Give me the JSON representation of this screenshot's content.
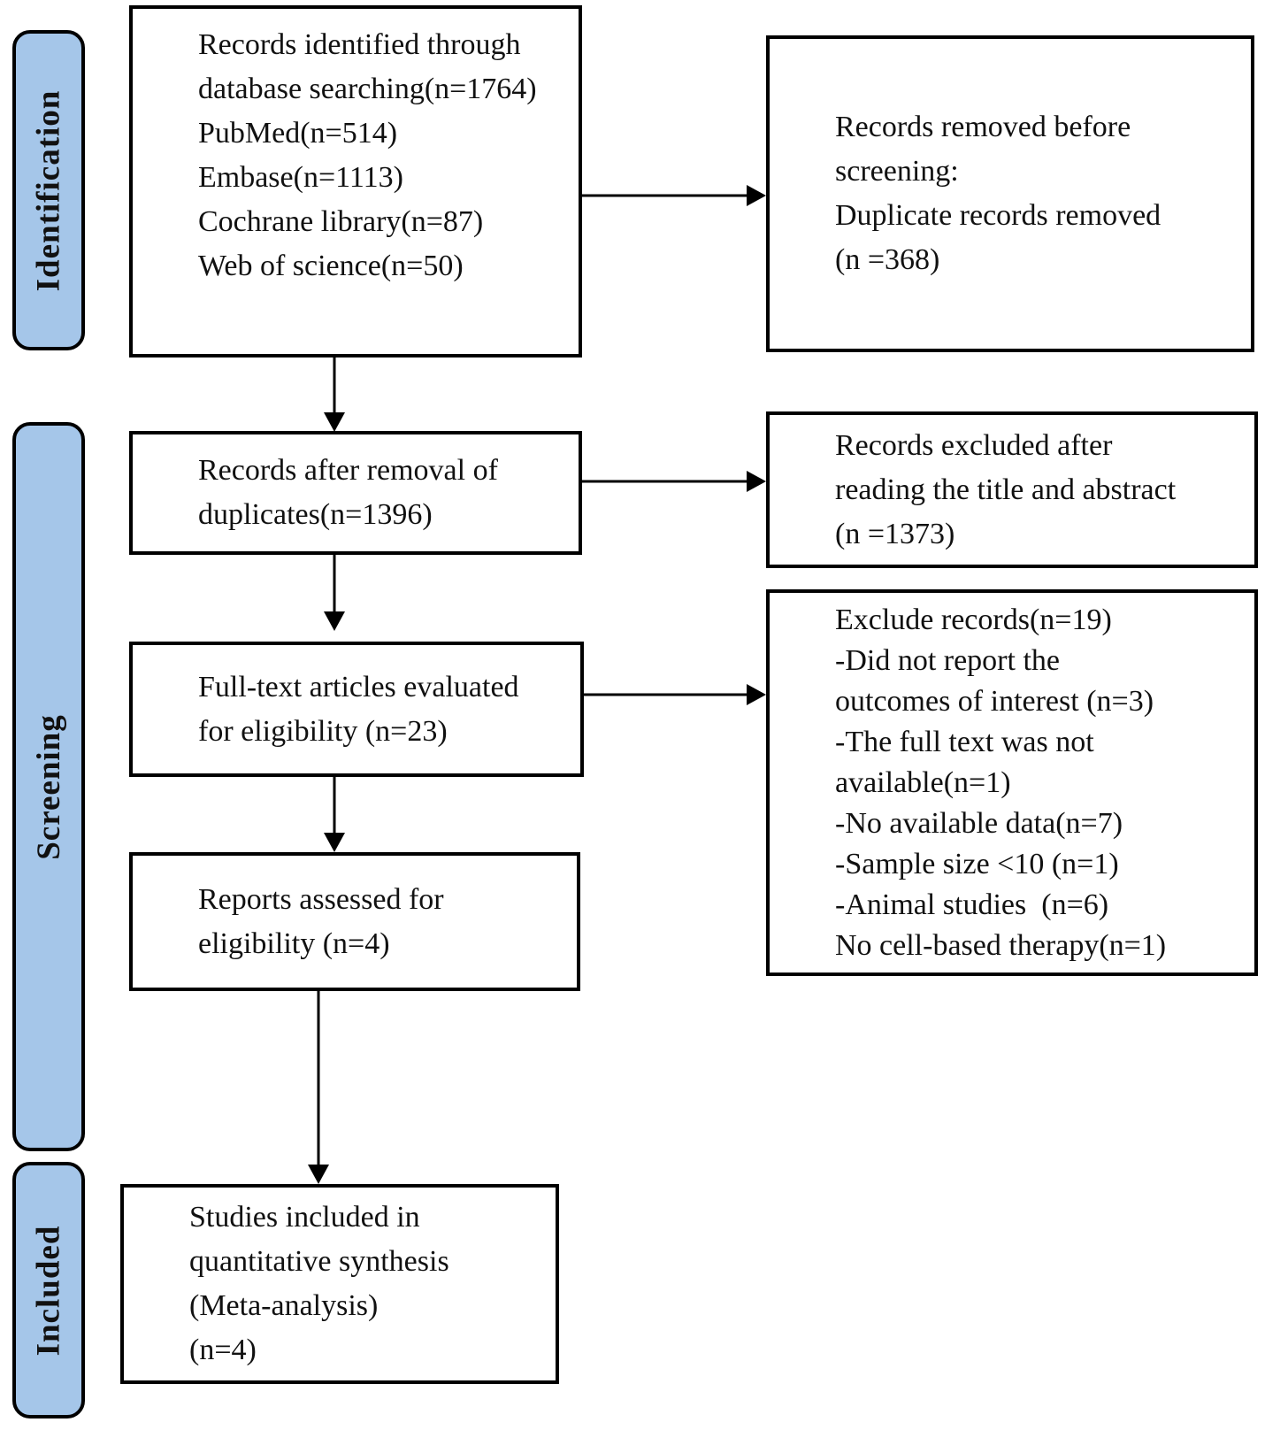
{
  "stages": [
    {
      "label": "Identification"
    },
    {
      "label": "Screening"
    },
    {
      "label": "Included"
    }
  ],
  "boxes": {
    "identified": {
      "lines": [
        "Records identified through",
        "database searching(n=1764)",
        "PubMed(n=514)",
        "Embase(n=1113)",
        "Cochrane library(n=87)",
        "Web of science(n=50)"
      ]
    },
    "removed_before_screening": {
      "lines": [
        "Records removed before",
        "screening:",
        "Duplicate records removed",
        "(n =368)"
      ]
    },
    "after_duplicates": {
      "lines": [
        "Records after removal of",
        "duplicates(n=1396)"
      ]
    },
    "excluded_title_abstract": {
      "lines": [
        "Records excluded after",
        "reading the title and abstract",
        "(n =1373)"
      ]
    },
    "fulltext_evaluated": {
      "lines": [
        "Full-text articles evaluated",
        "for eligibility (n=23)"
      ]
    },
    "exclude_reasons": {
      "lines": [
        "Exclude records(n=19)",
        "-Did not report the",
        "outcomes of interest (n=3)",
        "-The full text was not",
        "available(n=1)",
        "-No available data(n=7)",
        "-Sample size <10 (n=1)",
        "-Animal studies  (n=6)",
        "No cell-based therapy(n=1)"
      ]
    },
    "reports_assessed": {
      "lines": [
        "Reports assessed for",
        "eligibility (n=4)"
      ]
    },
    "included_synthesis": {
      "lines": [
        "Studies included in",
        "quantitative synthesis",
        "(Meta-analysis)",
        "(n=4)"
      ]
    }
  },
  "colors": {
    "stage_fill": "#a5c6e9",
    "border": "#000000",
    "text": "#111111",
    "background": "#ffffff"
  }
}
